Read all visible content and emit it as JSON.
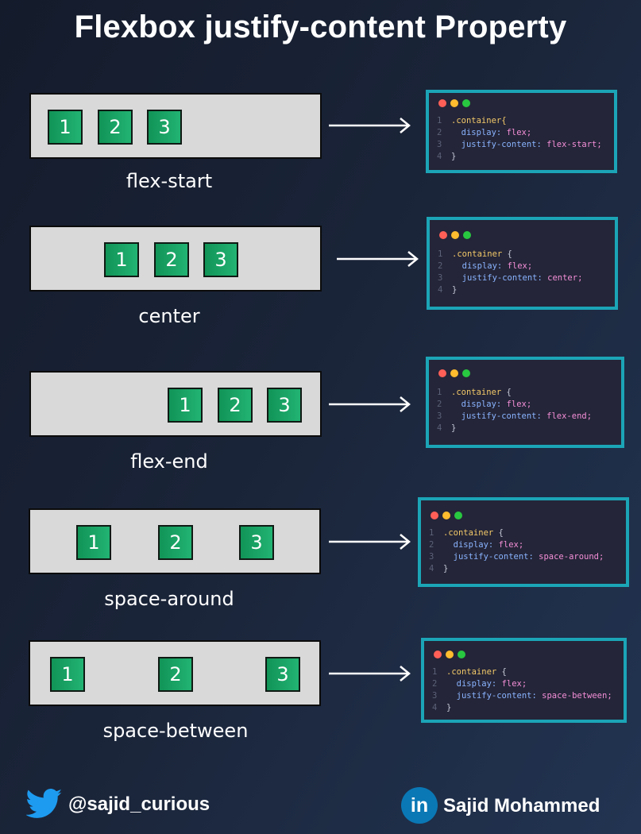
{
  "title": "Flexbox justify-content Property",
  "examples": [
    {
      "caption": "flex-start",
      "items": [
        "1",
        "2",
        "3"
      ],
      "code": {
        "lines": [
          {
            "num": "1",
            "selector": ".container{"
          },
          {
            "num": "2",
            "property": "display:",
            "value": "flex;"
          },
          {
            "num": "3",
            "property": "justify-content:",
            "value": "flex-start;"
          },
          {
            "num": "4",
            "brace": "}"
          }
        ]
      }
    },
    {
      "caption": "center",
      "items": [
        "1",
        "2",
        "3"
      ],
      "code": {
        "lines": [
          {
            "num": "1",
            "selector": ".container",
            "brace": "{"
          },
          {
            "num": "2",
            "property": "display:",
            "value": "flex;"
          },
          {
            "num": "3",
            "property": "justify-content:",
            "value": "center;"
          },
          {
            "num": "4",
            "brace": "}"
          }
        ]
      }
    },
    {
      "caption": "flex-end",
      "items": [
        "1",
        "2",
        "3"
      ],
      "code": {
        "lines": [
          {
            "num": "1",
            "selector": ".container",
            "brace": "{"
          },
          {
            "num": "2",
            "property": "display:",
            "value": "flex;"
          },
          {
            "num": "3",
            "property": "justify-content:",
            "value": "flex-end;"
          },
          {
            "num": "4",
            "brace": "}"
          }
        ]
      }
    },
    {
      "caption": "space-around",
      "items": [
        "1",
        "2",
        "3"
      ],
      "code": {
        "lines": [
          {
            "num": "1",
            "selector": ".container",
            "brace": "{"
          },
          {
            "num": "2",
            "property": "display:",
            "value": "flex;"
          },
          {
            "num": "3",
            "property": "justify-content:",
            "value": "space-around;"
          },
          {
            "num": "4",
            "brace": "}"
          }
        ]
      }
    },
    {
      "caption": "space-between",
      "items": [
        "1",
        "2",
        "3"
      ],
      "code": {
        "lines": [
          {
            "num": "1",
            "selector": ".container",
            "brace": "{"
          },
          {
            "num": "2",
            "property": "display:",
            "value": "flex;"
          },
          {
            "num": "3",
            "property": "justify-content:",
            "value": "space-between;"
          },
          {
            "num": "4",
            "brace": "}"
          }
        ]
      }
    }
  ],
  "footer": {
    "twitter_handle": "@sajid_curious",
    "twitter_icon": "twitter-bird-icon",
    "linkedin_name": "Sajid Mohammed",
    "linkedin_icon": "linkedin-icon",
    "linkedin_icon_text": "in"
  },
  "colors": {
    "item_green": "#1aa263",
    "demo_box": "#d9d9d9",
    "code_border": "#1ba5b7",
    "code_bg": "#242538",
    "twitter_blue": "#1d9bf0",
    "linkedin_blue": "#0a78b5"
  }
}
